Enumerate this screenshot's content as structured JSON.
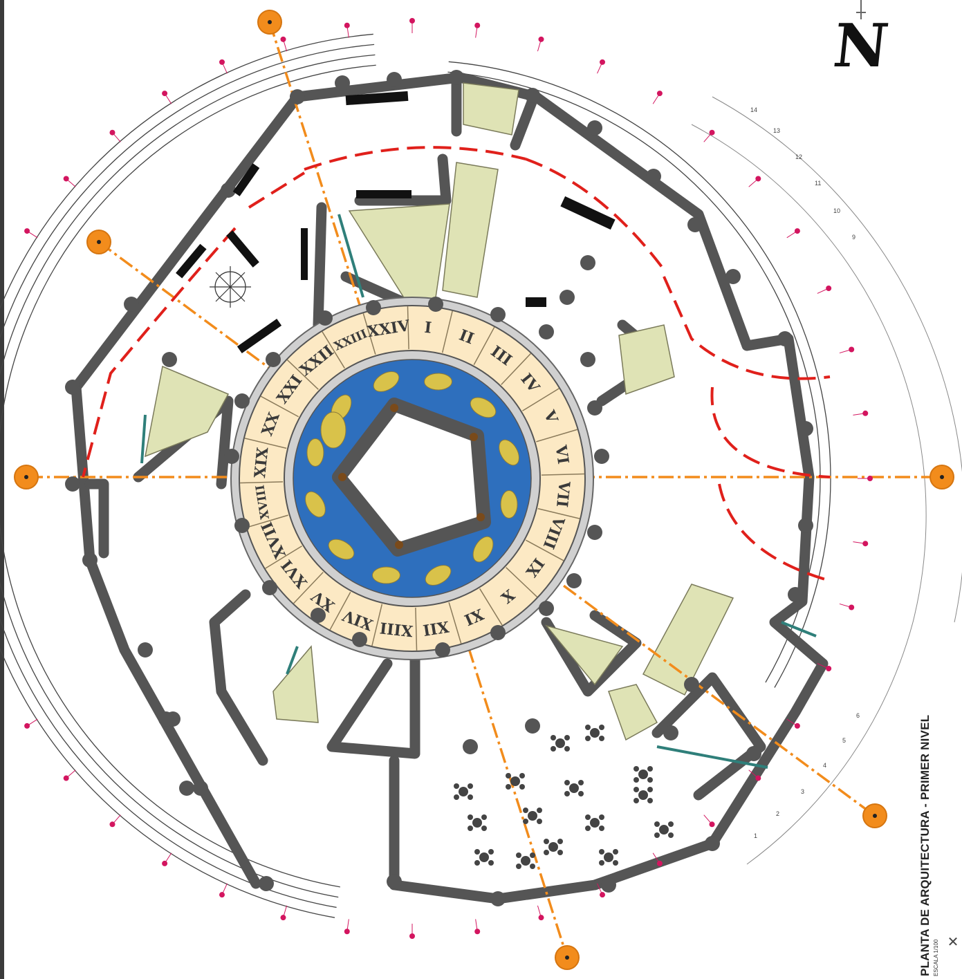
{
  "drawing": {
    "title": "PLANTA DE ARQUITECTURA - PRIMER NIVEL",
    "scale": "ESCALA 1/100",
    "north_label": "N"
  },
  "clock_ring": {
    "numerals": [
      "I",
      "II",
      "III",
      "IV",
      "V",
      "VI",
      "VII",
      "VIII",
      "IX",
      "X",
      "XI",
      "XII",
      "XIII",
      "XIV",
      "XV",
      "XVI",
      "XVII",
      "XVIII",
      "XIX",
      "XX",
      "XXI",
      "XXII",
      "XXIII",
      "XXIV"
    ]
  },
  "seating_rows": {
    "upper": [
      "14",
      "13",
      "12",
      "11",
      "10",
      "9"
    ],
    "lower": [
      "1",
      "2",
      "3",
      "4",
      "5",
      "6"
    ]
  },
  "colors": {
    "wall": "#555555",
    "ring_fill": "#fce9c4",
    "zodiac_blue": "#2e6fbd",
    "zodiac_gold": "#d9c24a",
    "axis_orange": "#f28c1c",
    "path_red": "#e0201b",
    "hatch_green": "#dfe3b5",
    "glass_teal": "#2f7f7a",
    "grid_pink": "#d3155f"
  }
}
